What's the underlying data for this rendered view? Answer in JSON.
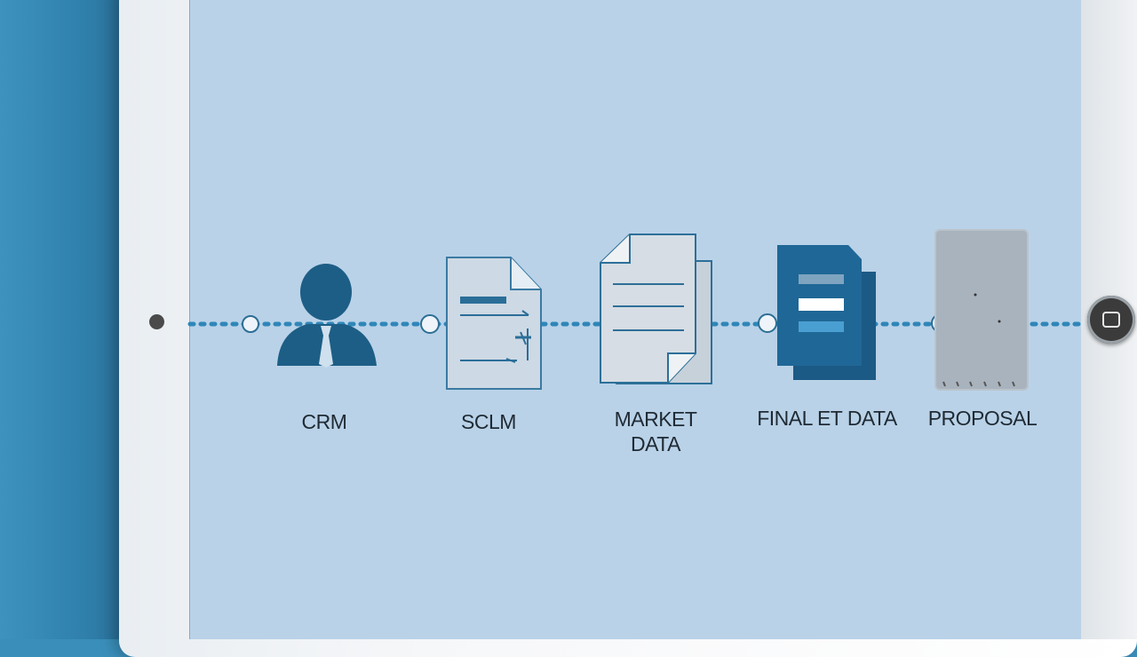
{
  "diagram": {
    "steps": [
      {
        "label": "CRM",
        "icon": "person-icon"
      },
      {
        "label": "SCLM",
        "icon": "document-code-icon"
      },
      {
        "label": "MARKET\nDATA",
        "icon": "document-stack-icon"
      },
      {
        "label": "FINAL ET DATA",
        "icon": "blue-report-icon"
      },
      {
        "label": "PROPOSAL",
        "icon": "gray-sheet-icon"
      }
    ]
  },
  "colors": {
    "screen": "#b9d2e8",
    "accent": "#1e6d97",
    "dark_accent": "#16557e",
    "line_dots": "#2f86b8"
  }
}
